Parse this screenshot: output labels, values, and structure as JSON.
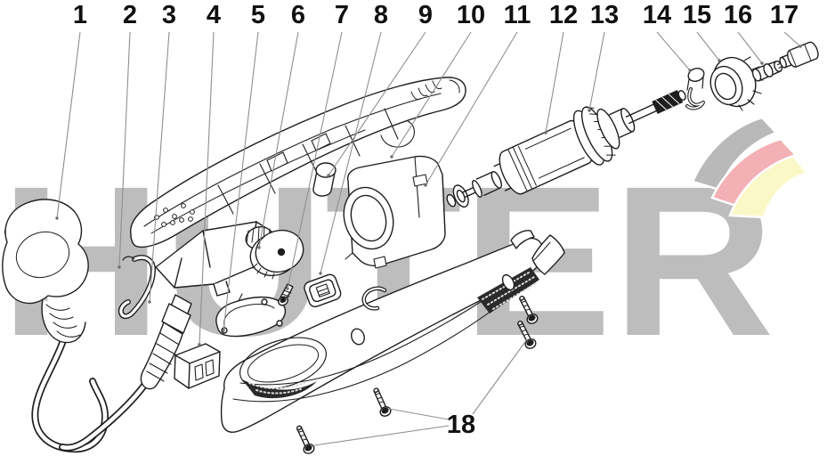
{
  "page": {
    "background": "#ffffff"
  },
  "watermark": {
    "text": "HUTER",
    "color": "#bdbdbd"
  },
  "logo": {
    "swooshes": [
      {
        "name": "gray-swoosh",
        "color": "#b9b9b9"
      },
      {
        "name": "red-swoosh",
        "color": "#f3b0b5"
      },
      {
        "name": "yellow-swoosh",
        "color": "#fbf8c8"
      }
    ]
  },
  "styles": {
    "line_art_color": "#1e1e1e",
    "leader_line_color": "#8f8f8f",
    "number_color": "#101010"
  },
  "callouts": [
    {
      "label": "1"
    },
    {
      "label": "2"
    },
    {
      "label": "3"
    },
    {
      "label": "4"
    },
    {
      "label": "5"
    },
    {
      "label": "6"
    },
    {
      "label": "7"
    },
    {
      "label": "8"
    },
    {
      "label": "9"
    },
    {
      "label": "10"
    },
    {
      "label": "11"
    },
    {
      "label": "12"
    },
    {
      "label": "13"
    },
    {
      "label": "14"
    },
    {
      "label": "15"
    },
    {
      "label": "16"
    },
    {
      "label": "17"
    },
    {
      "label": "18"
    }
  ]
}
